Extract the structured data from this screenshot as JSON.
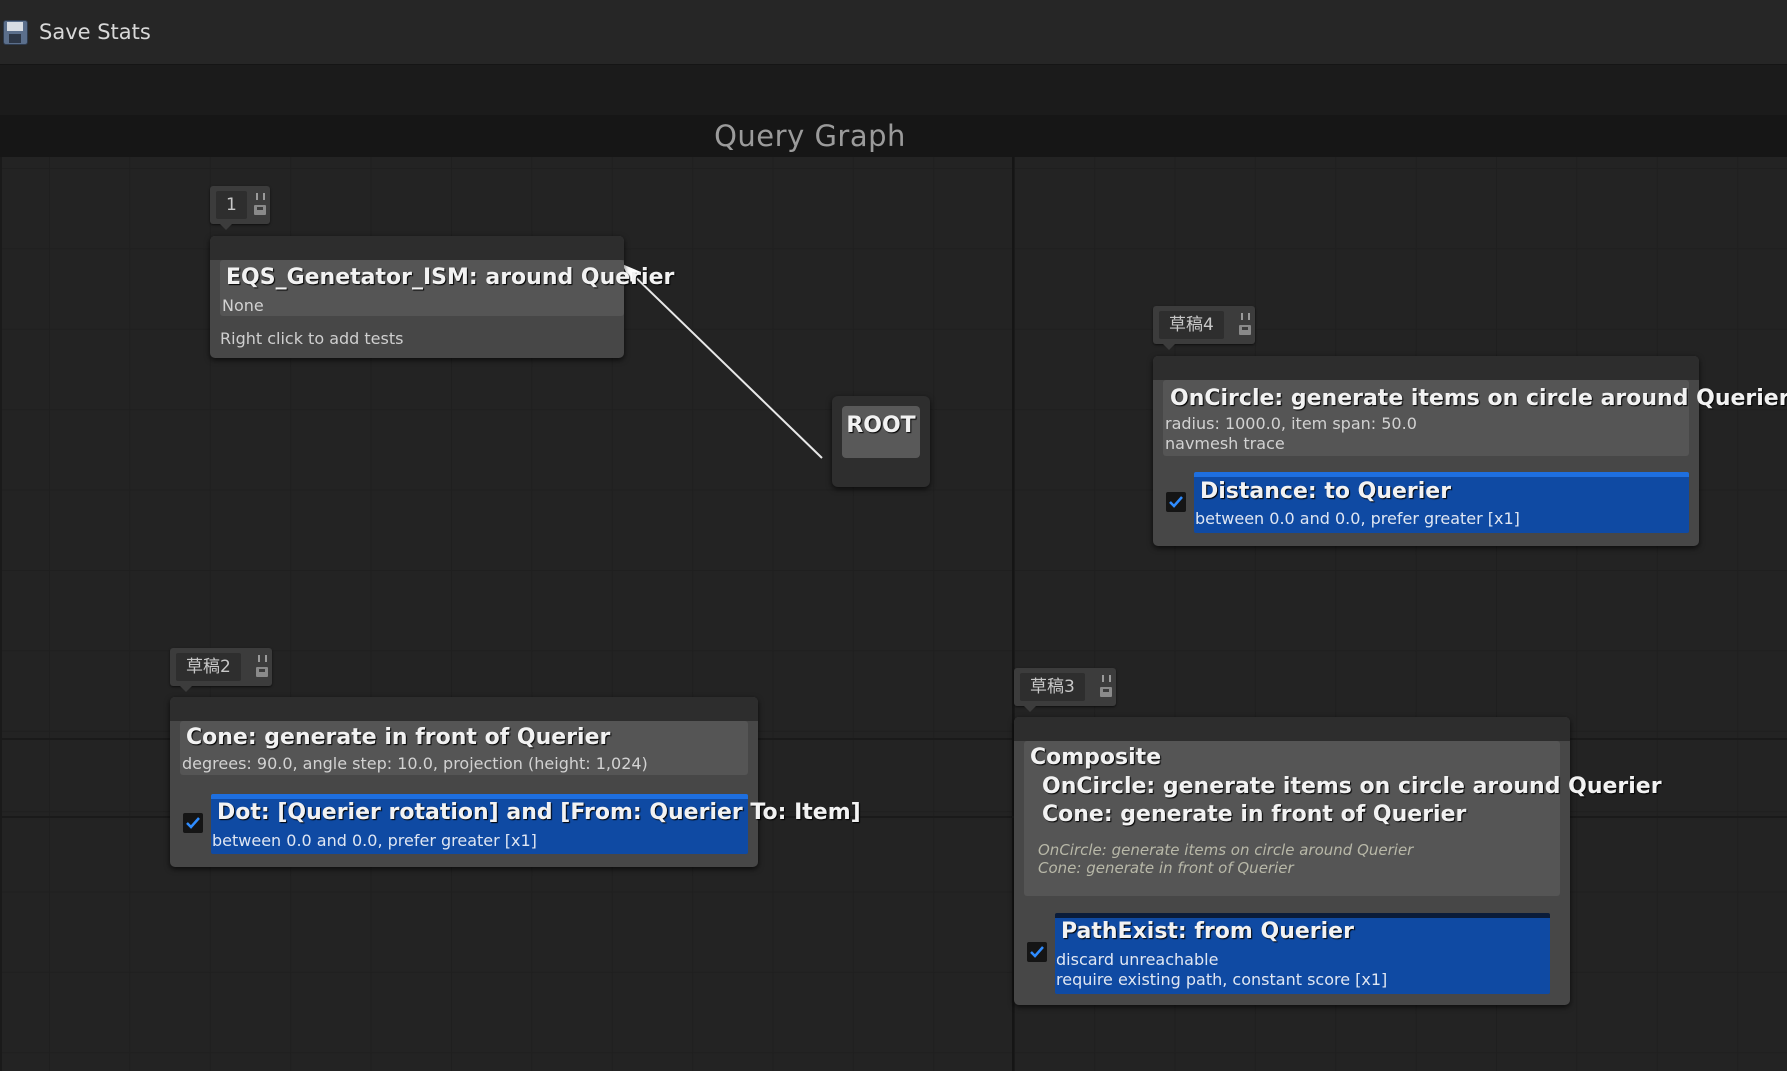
{
  "toolbar": {
    "save_label": "Save Stats"
  },
  "graph": {
    "title": "Query Graph"
  },
  "root": {
    "label": "ROOT"
  },
  "nodes": {
    "eqs": {
      "tag": "1",
      "title": "EQS_Genetator_ISM:  around Querier",
      "subtitle": "None",
      "hint": "Right click to add tests"
    },
    "oncircle": {
      "tag": "草稿4",
      "title": "OnCircle: generate items on circle around Querier",
      "line1": "radius: 1000.0, item span: 50.0",
      "line2": "navmesh trace",
      "test": {
        "title": "Distance: to Querier",
        "sub": "between 0.0 and 0.0, prefer greater [x1]"
      }
    },
    "cone": {
      "tag": "草稿2",
      "title": "Cone: generate in front of Querier",
      "line1": "degrees: 90.0, angle step: 10.0, projection (height: 1,024)",
      "test": {
        "title": "Dot: [Querier rotation] and [From: Querier To: Item]",
        "sub": "between 0.0 and 0.0, prefer greater [x1]"
      }
    },
    "composite": {
      "tag": "草稿3",
      "title": "Composite",
      "child1": "OnCircle: generate items on circle around Querier",
      "child2": "Cone: generate in front of Querier",
      "desc1": "OnCircle: generate items on circle around Querier",
      "desc2": "Cone: generate in front of Querier",
      "test": {
        "title": "PathExist: from Querier",
        "sub1": "discard unreachable",
        "sub2": "require existing path, constant score [x1]"
      }
    }
  },
  "colors": {
    "test_blue": "#0f4aa3",
    "test_accent": "#1e6fe0",
    "node_bg": "#474747",
    "canvas_bg": "#232323"
  }
}
